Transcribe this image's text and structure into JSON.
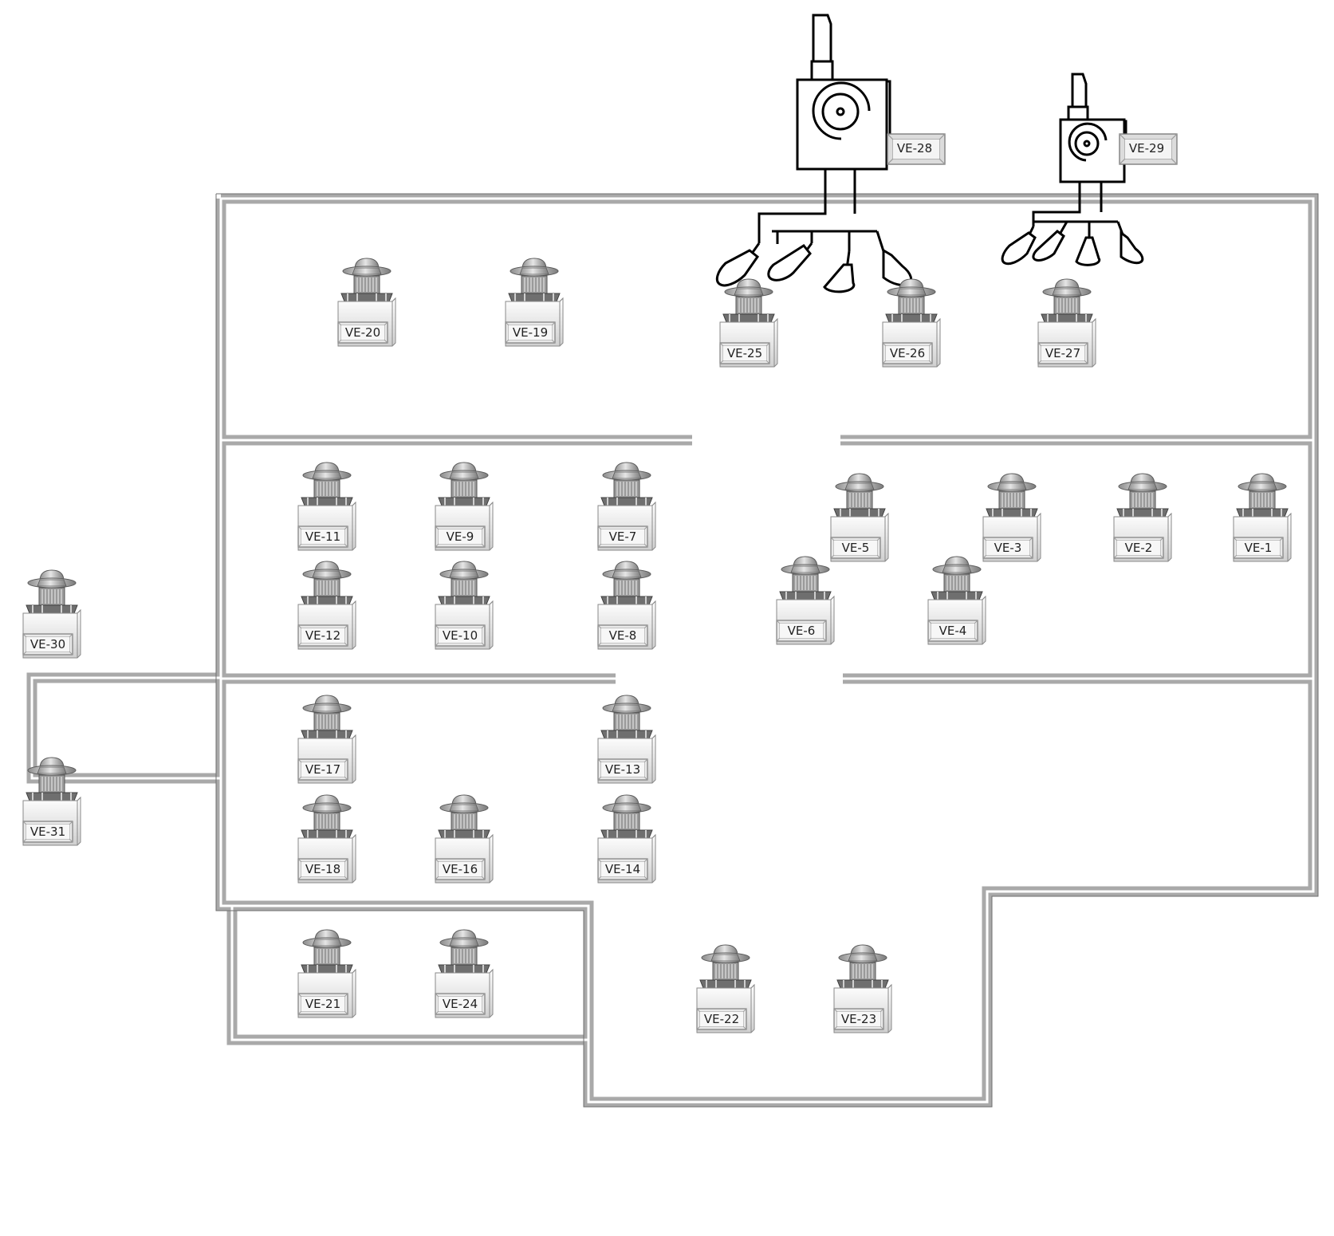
{
  "colors": {
    "wall": "#a9a9a9",
    "duct": "#000000",
    "fan_metal": "#b9b9b9",
    "label_plate": "#f2f2f2",
    "background": "#ffffff"
  },
  "icons": {
    "roof_fan": "roof-exhaust-fan-icon",
    "blower": "centrifugal-blower-icon",
    "hood": "exhaust-hood-icon"
  },
  "blowers": [
    {
      "id": "VE-28",
      "label": "VE-28"
    },
    {
      "id": "VE-29",
      "label": "VE-29"
    }
  ],
  "fans": [
    {
      "id": "VE-20",
      "label": "VE-20"
    },
    {
      "id": "VE-19",
      "label": "VE-19"
    },
    {
      "id": "VE-25",
      "label": "VE-25"
    },
    {
      "id": "VE-26",
      "label": "VE-26"
    },
    {
      "id": "VE-27",
      "label": "VE-27"
    },
    {
      "id": "VE-11",
      "label": "VE-11"
    },
    {
      "id": "VE-9",
      "label": "VE-9"
    },
    {
      "id": "VE-7",
      "label": "VE-7"
    },
    {
      "id": "VE-5",
      "label": "VE-5"
    },
    {
      "id": "VE-3",
      "label": "VE-3"
    },
    {
      "id": "VE-2",
      "label": "VE-2"
    },
    {
      "id": "VE-1",
      "label": "VE-1"
    },
    {
      "id": "VE-12",
      "label": "VE-12"
    },
    {
      "id": "VE-10",
      "label": "VE-10"
    },
    {
      "id": "VE-8",
      "label": "VE-8"
    },
    {
      "id": "VE-6",
      "label": "VE-6"
    },
    {
      "id": "VE-4",
      "label": "VE-4"
    },
    {
      "id": "VE-30",
      "label": "VE-30"
    },
    {
      "id": "VE-17",
      "label": "VE-17"
    },
    {
      "id": "VE-13",
      "label": "VE-13"
    },
    {
      "id": "VE-31",
      "label": "VE-31"
    },
    {
      "id": "VE-18",
      "label": "VE-18"
    },
    {
      "id": "VE-16",
      "label": "VE-16"
    },
    {
      "id": "VE-14",
      "label": "VE-14"
    },
    {
      "id": "VE-21",
      "label": "VE-21"
    },
    {
      "id": "VE-24",
      "label": "VE-24"
    },
    {
      "id": "VE-22",
      "label": "VE-22"
    },
    {
      "id": "VE-23",
      "label": "VE-23"
    }
  ]
}
